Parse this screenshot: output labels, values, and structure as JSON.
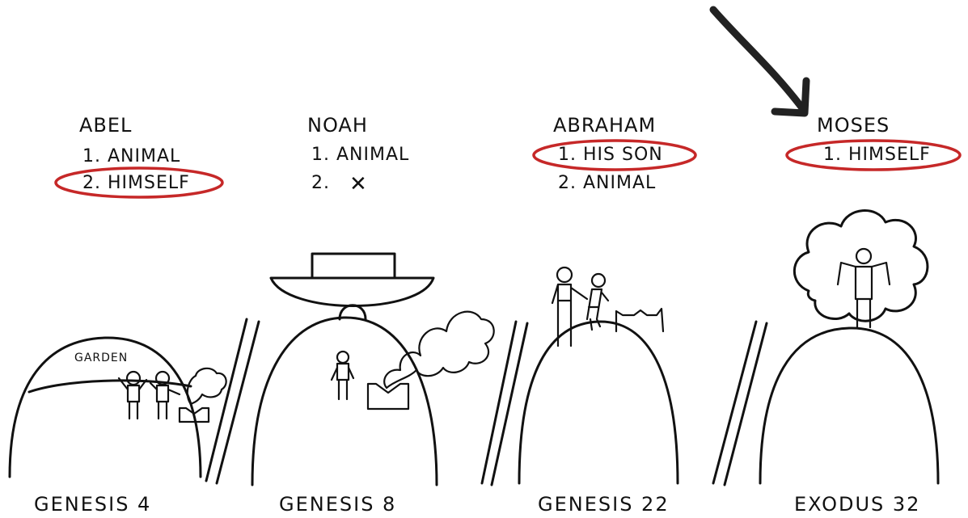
{
  "columns": [
    {
      "name": "ABEL",
      "items": [
        "1. ANIMAL",
        "2. HIMSELF"
      ],
      "circled_item": 2,
      "scene_label": "GARDEN",
      "reference": "GENESIS 4"
    },
    {
      "name": "NOAH",
      "items": [
        "1. ANIMAL",
        "2."
      ],
      "x_mark": "✕",
      "circled_item": null,
      "reference": "GENESIS 8"
    },
    {
      "name": "ABRAHAM",
      "items": [
        "1. HIS SON",
        "2. ANIMAL"
      ],
      "circled_item": 1,
      "reference": "GENESIS 22"
    },
    {
      "name": "MOSES",
      "items": [
        "1. HIMSELF"
      ],
      "circled_item": 1,
      "reference": "EXODUS 32"
    }
  ],
  "colors": {
    "ink": "#111111",
    "circle": "#c62828",
    "arrow": "#222222",
    "background": "#ffffff"
  }
}
